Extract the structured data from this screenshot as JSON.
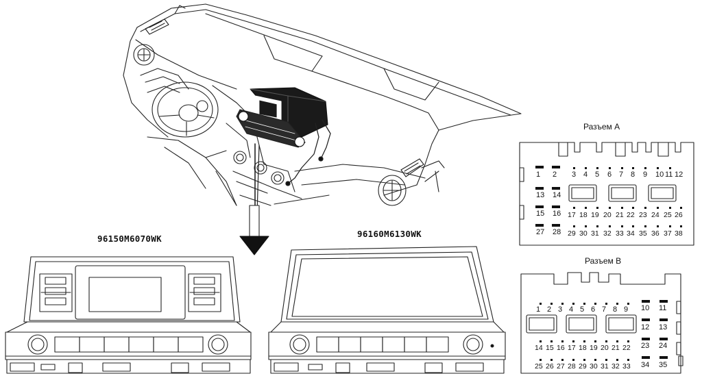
{
  "labels": {
    "model_1": "96150M6070WK",
    "model_2": "96160M6130WK",
    "connector_a_title": "Разъем А",
    "connector_b_title": "Разъем В"
  },
  "connector_a": {
    "row1": [
      "1",
      "2",
      "3",
      "4",
      "5",
      "6",
      "7",
      "8",
      "9",
      "10",
      "11",
      "12"
    ],
    "col_left": [
      "13",
      "14",
      "15",
      "16",
      "27",
      "28"
    ],
    "row2": [
      "17",
      "18",
      "19",
      "20",
      "21",
      "22",
      "23",
      "24",
      "25",
      "26"
    ],
    "row3": [
      "29",
      "30",
      "31",
      "32",
      "33",
      "34",
      "35",
      "36",
      "37",
      "38"
    ]
  },
  "connector_b": {
    "row1": [
      "1",
      "2",
      "3",
      "4",
      "5",
      "6",
      "7",
      "8",
      "9"
    ],
    "col_right": [
      "10",
      "11",
      "12",
      "13",
      "23",
      "24",
      "34",
      "35"
    ],
    "row2": [
      "14",
      "15",
      "16",
      "17",
      "18",
      "19",
      "20",
      "21",
      "22"
    ],
    "row3": [
      "25",
      "26",
      "27",
      "28",
      "29",
      "30",
      "31",
      "32",
      "33"
    ]
  }
}
